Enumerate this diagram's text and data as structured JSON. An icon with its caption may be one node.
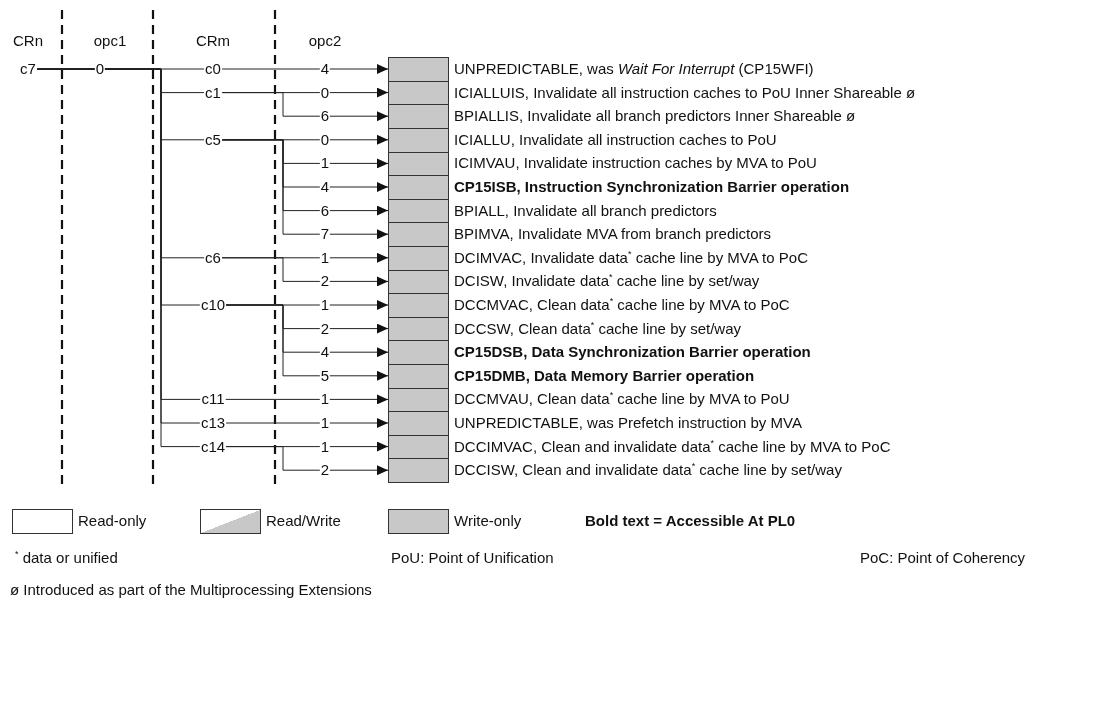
{
  "diagram": {
    "nodes": [
      {
        "text": [
          "c7"
        ]
      },
      {
        "text": [
          "c0"
        ]
      },
      {
        "text": [
          "c1"
        ]
      },
      {
        "text": [
          "c5"
        ]
      },
      {
        "text": [
          "c6"
        ]
      },
      {
        "text": [
          "c10"
        ]
      },
      {
        "text": [
          "c11"
        ]
      },
      {
        "text": [
          "c13"
        ]
      },
      {
        "text": [
          "c14"
        ]
      },
      {
        "text": [],
        "shape": "box",
        "beside": [
          "UNPREDICTABLE, was *Wait For Interrupt* (CP15WFI)"
        ]
      },
      {
        "text": [],
        "shape": "box",
        "beside": [
          "ICIALLUIS, Invalidate all instruction caches to PoU Inner Shareable ø"
        ]
      },
      {
        "text": [],
        "shape": "box",
        "beside": [
          "BPIALLIS, Invalidate all branch predictors Inner Shareable ø"
        ]
      },
      {
        "text": [],
        "shape": "box",
        "beside": [
          "ICIALLU, Invalidate all instruction caches to PoU"
        ]
      },
      {
        "text": [],
        "shape": "box",
        "beside": [
          "ICIMVAU, Invalidate instruction caches by MVA to PoU"
        ]
      },
      {
        "text": [],
        "shape": "box",
        "beside": [
          "**CP15ISB, Instruction Synchronization Barrier operation**"
        ]
      },
      {
        "text": [],
        "shape": "box",
        "beside": [
          "BPIALL, Invalidate all branch predictors"
        ]
      },
      {
        "text": [],
        "shape": "box",
        "beside": [
          "BPIMVA, Invalidate MVA from branch predictors"
        ]
      },
      {
        "text": [],
        "shape": "box",
        "beside": [
          "DCIMVAC, Invalidate data$^{*}$ cache line by MVA to PoC"
        ]
      },
      {
        "text": [],
        "shape": "box",
        "beside": [
          "DCISW, Invalidate data$^{*}$ cache line by set/way"
        ]
      },
      {
        "text": [],
        "shape": "box",
        "beside": [
          "DCCMVAC, Clean data$^{*}$ cache line by MVA to PoC"
        ]
      },
      {
        "text": [],
        "shape": "box",
        "beside": [
          "DCCSW, Clean data$^{*}$ cache line by set/way"
        ]
      },
      {
        "text": [],
        "shape": "box",
        "beside": [
          "**CP15DSB, Data Synchronization Barrier operation**"
        ]
      },
      {
        "text": [],
        "shape": "box",
        "beside": [
          "**CP15DMB, Data Memory Barrier operation**"
        ]
      },
      {
        "text": [],
        "shape": "box",
        "beside": [
          "DCCMVAU, Clean data$^{*}$ cache line by MVA to PoU"
        ]
      },
      {
        "text": [],
        "shape": "box",
        "beside": [
          "UNPREDICTABLE, was Prefetch instruction by MVA"
        ]
      },
      {
        "text": [],
        "shape": "box",
        "beside": [
          "DCCIMVAC, Clean and invalidate data$^{*}$ cache line by MVA to PoC"
        ]
      },
      {
        "text": [],
        "shape": "box",
        "beside": [
          "DCCISW, Clean and invalidate data$^{*}$ cache line by set/way"
        ]
      }
    ],
    "edges": [
      {
        "from": 0,
        "to": 1,
        "arrow": "none",
        "label": "0"
      },
      {
        "from": 0,
        "to": 2,
        "arrow": "none"
      },
      {
        "from": 0,
        "to": 3,
        "arrow": "none"
      },
      {
        "from": 0,
        "to": 4,
        "arrow": "none"
      },
      {
        "from": 0,
        "to": 5,
        "arrow": "none"
      },
      {
        "from": 0,
        "to": 6,
        "arrow": "none"
      },
      {
        "from": 0,
        "to": 7,
        "arrow": "none"
      },
      {
        "from": 0,
        "to": 8,
        "arrow": "none"
      },
      {
        "from": 1,
        "to": 9,
        "arrow": "to",
        "label": "4"
      },
      {
        "from": 2,
        "to": 10,
        "arrow": "to",
        "label": "0"
      },
      {
        "from": 2,
        "to": 11,
        "arrow": "to",
        "label": "6"
      },
      {
        "from": 3,
        "to": 12,
        "arrow": "to",
        "label": "0"
      },
      {
        "from": 3,
        "to": 13,
        "arrow": "to",
        "label": "1"
      },
      {
        "from": 3,
        "to": 14,
        "arrow": "to",
        "label": "4"
      },
      {
        "from": 3,
        "to": 15,
        "arrow": "to",
        "label": "6"
      },
      {
        "from": 3,
        "to": 16,
        "arrow": "to",
        "label": "7"
      },
      {
        "from": 4,
        "to": 17,
        "arrow": "to",
        "label": "1"
      },
      {
        "from": 4,
        "to": 18,
        "arrow": "to",
        "label": "2"
      },
      {
        "from": 5,
        "to": 19,
        "arrow": "to",
        "label": "1"
      },
      {
        "from": 5,
        "to": 20,
        "arrow": "to",
        "label": "2"
      },
      {
        "from": 5,
        "to": 21,
        "arrow": "to",
        "label": "4"
      },
      {
        "from": 5,
        "to": 22,
        "arrow": "to",
        "label": "5"
      },
      {
        "from": 6,
        "to": 23,
        "arrow": "to",
        "label": "1"
      },
      {
        "from": 7,
        "to": 24,
        "arrow": "to",
        "label": "1"
      },
      {
        "from": 8,
        "to": 25,
        "arrow": "to",
        "label": "1"
      },
      {
        "from": 8,
        "to": 26,
        "arrow": "to",
        "label": "2"
      }
    ],
    "labels": [
      "CRn",
      "opc1",
      "CRm",
      "opc2",
      "Bold text = Accessible At PL0",
      "$^{*}$ data or unified",
      "PoU: Point of Unification",
      "PoC: Point of Coherency",
      "ø Introduced as part of the Multiprocessing Extensions"
    ],
    "legend": [
      {
        "text": "Read-only",
        "color": "#ffffff"
      },
      {
        "text": "Read/Write"
      },
      {
        "text": "Write-only",
        "color": "#c8c8c8"
      }
    ]
  }
}
